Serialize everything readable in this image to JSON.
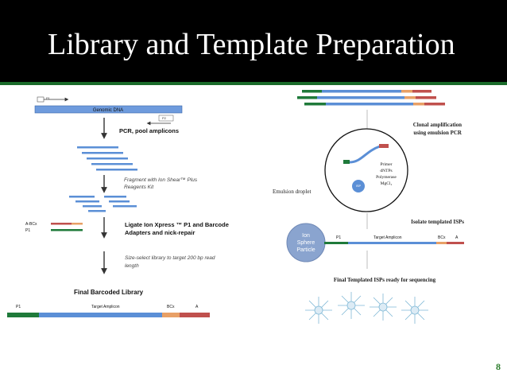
{
  "slide": {
    "title": "Library and Template Preparation",
    "page_number": "8"
  },
  "left_workflow": {
    "p1_label": "P1",
    "p2_label": "P2",
    "genomic_dna": "Genomic DNA",
    "step1": "PCR, pool amplicons",
    "step2_line1": "Fragment with Ion Shear™ Plus",
    "step2_line2": "Reagents Kit",
    "adapter_a_bc": "A-BCx",
    "adapter_p1": "P1",
    "step3_line1": "Ligate Ion Xpress ™ P1 and Barcode",
    "step3_line2": "Adapters and nick-repair",
    "step4_line1": "Size-select library to target 200 bp read",
    "step4_line2": "length",
    "final_library": "Final Barcoded Library",
    "final_labels": {
      "p1": "P1",
      "target": "Target Amplicon",
      "bc": "BCx",
      "a": "A"
    }
  },
  "right_workflow": {
    "clonal_line1": "Clonal amplification",
    "clonal_line2": "using emulsion PCR",
    "primer": "Primer",
    "dntps": "dNTPs",
    "polymerase": "Polymerase",
    "mgcl2": "MgCl₂",
    "isp_small": "ISP",
    "emulsion_droplet": "Emulsion droplet",
    "isolate": "Isolate templated ISPs",
    "isp_line1": "Ion",
    "isp_line2": "Sphere",
    "isp_line3": "Particle",
    "strand_labels": {
      "p1": "P1",
      "target": "Target Amplicon",
      "bc": "BCx",
      "a": "A"
    },
    "final_isps": "Final Templated ISPs ready for sequencing"
  },
  "colors": {
    "title_bar": "#000000",
    "accent": "#1a6b2a",
    "dna_blue": "#5b8fd6",
    "p1_green": "#1f7a3a",
    "bc_orange": "#e8a066",
    "a_red": "#c0504d",
    "page_number": "#2f7f2f"
  }
}
